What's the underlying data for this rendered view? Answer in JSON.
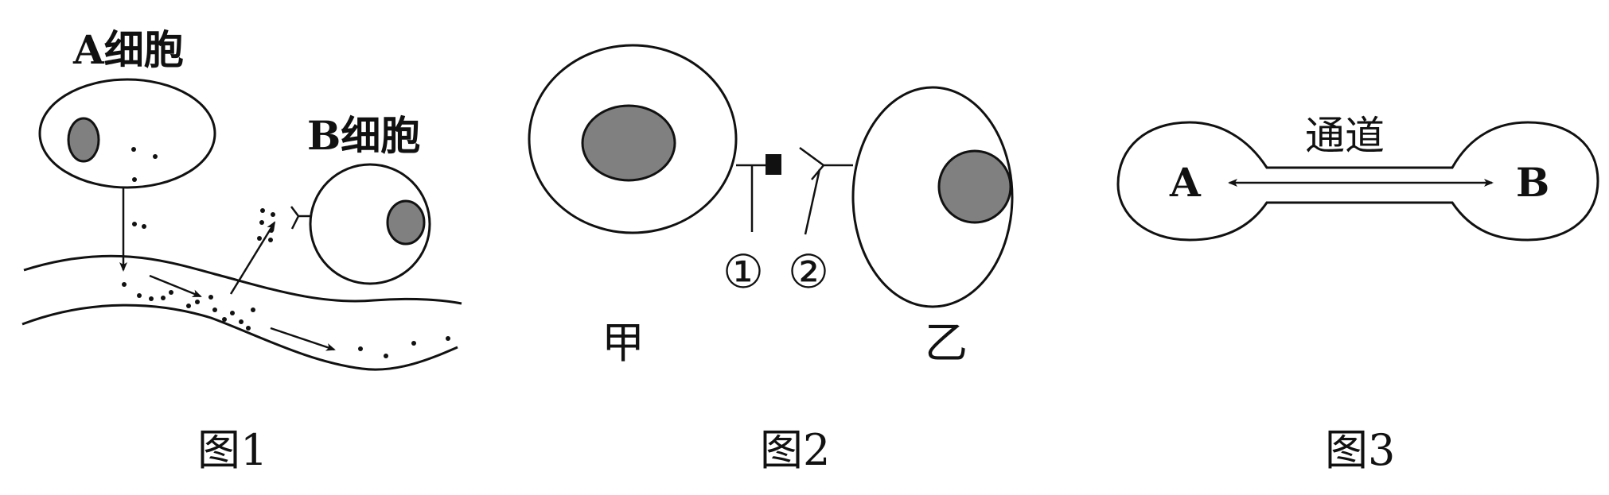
{
  "figure1": {
    "cell_a_label": "A细胞",
    "cell_b_label": "B细胞",
    "caption": "图1"
  },
  "figure2": {
    "cell_jia_label": "甲",
    "cell_yi_label": "乙",
    "marker_1": "①",
    "marker_2": "②",
    "caption": "图2"
  },
  "figure3": {
    "cell_a_label": "A",
    "cell_b_label": "B",
    "channel_label": "通道",
    "caption": "图3"
  },
  "colors": {
    "stroke": "#111111",
    "nucleus_fill": "#808080",
    "background": "#ffffff"
  }
}
